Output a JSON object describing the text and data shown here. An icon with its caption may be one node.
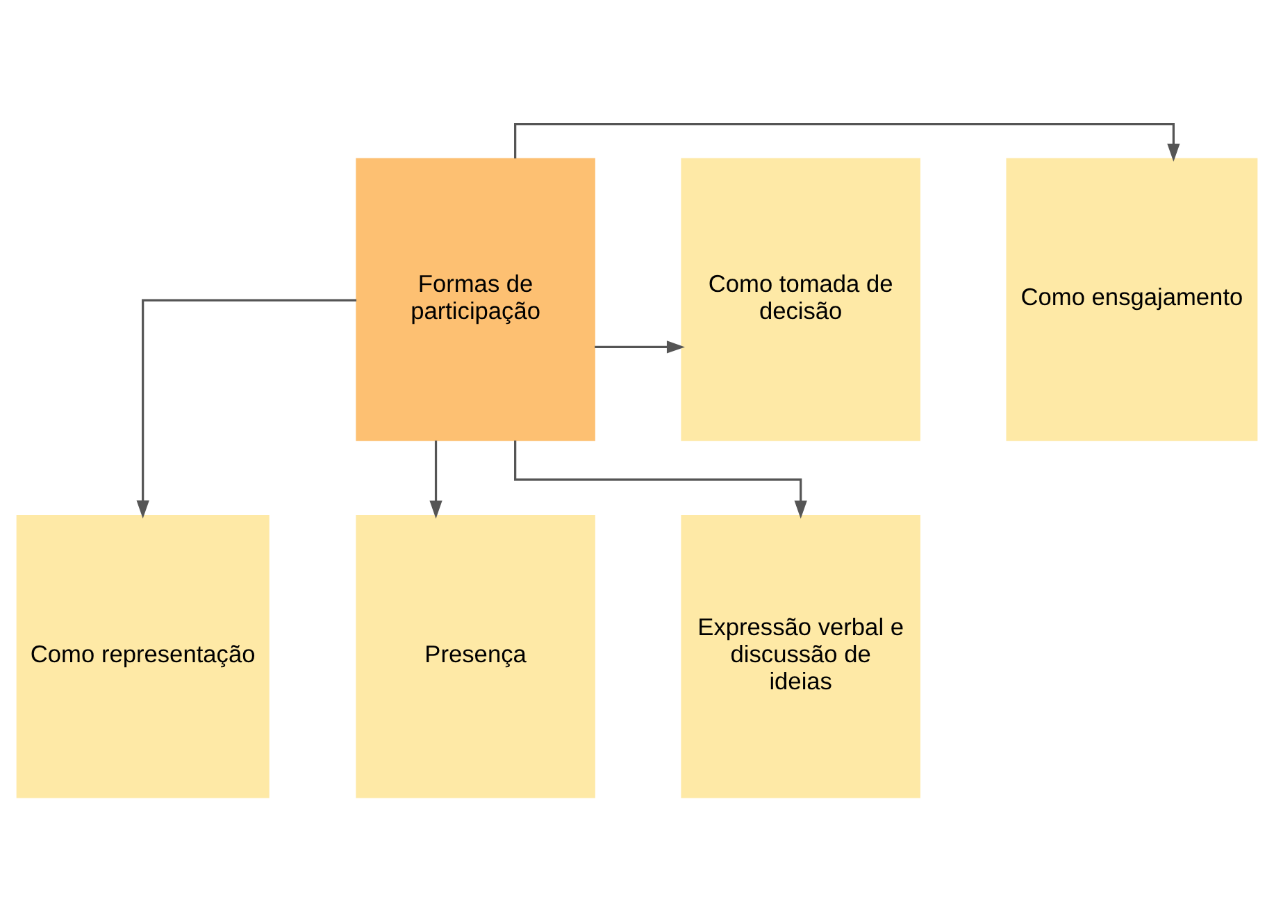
{
  "diagram": {
    "nodes": [
      {
        "text": [
          "Formas de participação"
        ]
      },
      {
        "text": [
          "Como ensgajamento"
        ]
      },
      {
        "text": [
          "Como tomada de decisão"
        ]
      },
      {
        "text": [
          "Como representação"
        ]
      },
      {
        "text": [
          "Presença"
        ]
      },
      {
        "text": [
          "Expressão verbal e discussão de ideias"
        ]
      }
    ],
    "edges": [
      {
        "from": 0,
        "to": 1,
        "arrow": "to"
      },
      {
        "from": 0,
        "to": 2,
        "arrow": "to"
      },
      {
        "from": 0,
        "to": 3,
        "arrow": "to"
      },
      {
        "from": 0,
        "to": 4,
        "arrow": "to"
      },
      {
        "from": 0,
        "to": 5,
        "arrow": "to"
      }
    ]
  }
}
